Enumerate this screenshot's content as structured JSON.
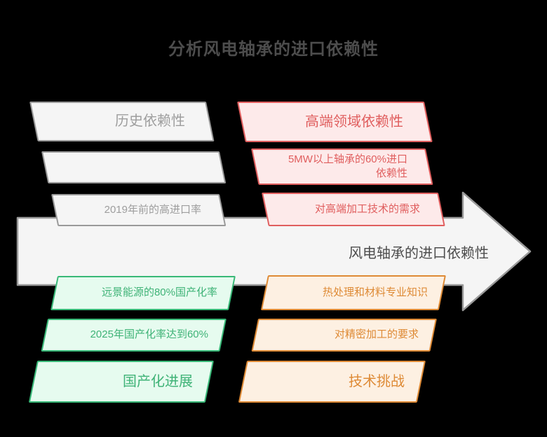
{
  "title": "分析风电轴承的进口依赖性",
  "arrow": {
    "label": "风电轴承的进口依赖性"
  },
  "groups": {
    "history": {
      "header": "历史依赖性",
      "items": [
        "",
        "2019年前的高进口率"
      ]
    },
    "highend": {
      "header": "高端领域依赖性",
      "items": [
        "5MW以上轴承的60%进口依赖性",
        "对高端加工技术的需求"
      ]
    },
    "localization": {
      "header": "国产化进展",
      "items": [
        "远景能源的80%国产化率",
        "2025年国产化率达到60%"
      ]
    },
    "tech": {
      "header": "技术挑战",
      "items": [
        "热处理和材料专业知识",
        "对精密加工的要求"
      ]
    }
  },
  "colors": {
    "background": "#000000",
    "title_text": "#4d4d4d",
    "arrow_fill": "#f5f5f5",
    "arrow_border": "#999999",
    "arrow_text": "#4d4d4d",
    "gray_fill": "#f5f5f5",
    "gray_border": "#999999",
    "gray_text": "#9e9e9e",
    "red_fill": "#fdeaea",
    "red_border": "#e05e5e",
    "red_text": "#e05e5e",
    "green_fill": "#e6fbef",
    "green_border": "#38b877",
    "green_text": "#3fb377",
    "orange_fill": "#fdf0e2",
    "orange_border": "#de8a35",
    "orange_text": "#de8a35"
  }
}
